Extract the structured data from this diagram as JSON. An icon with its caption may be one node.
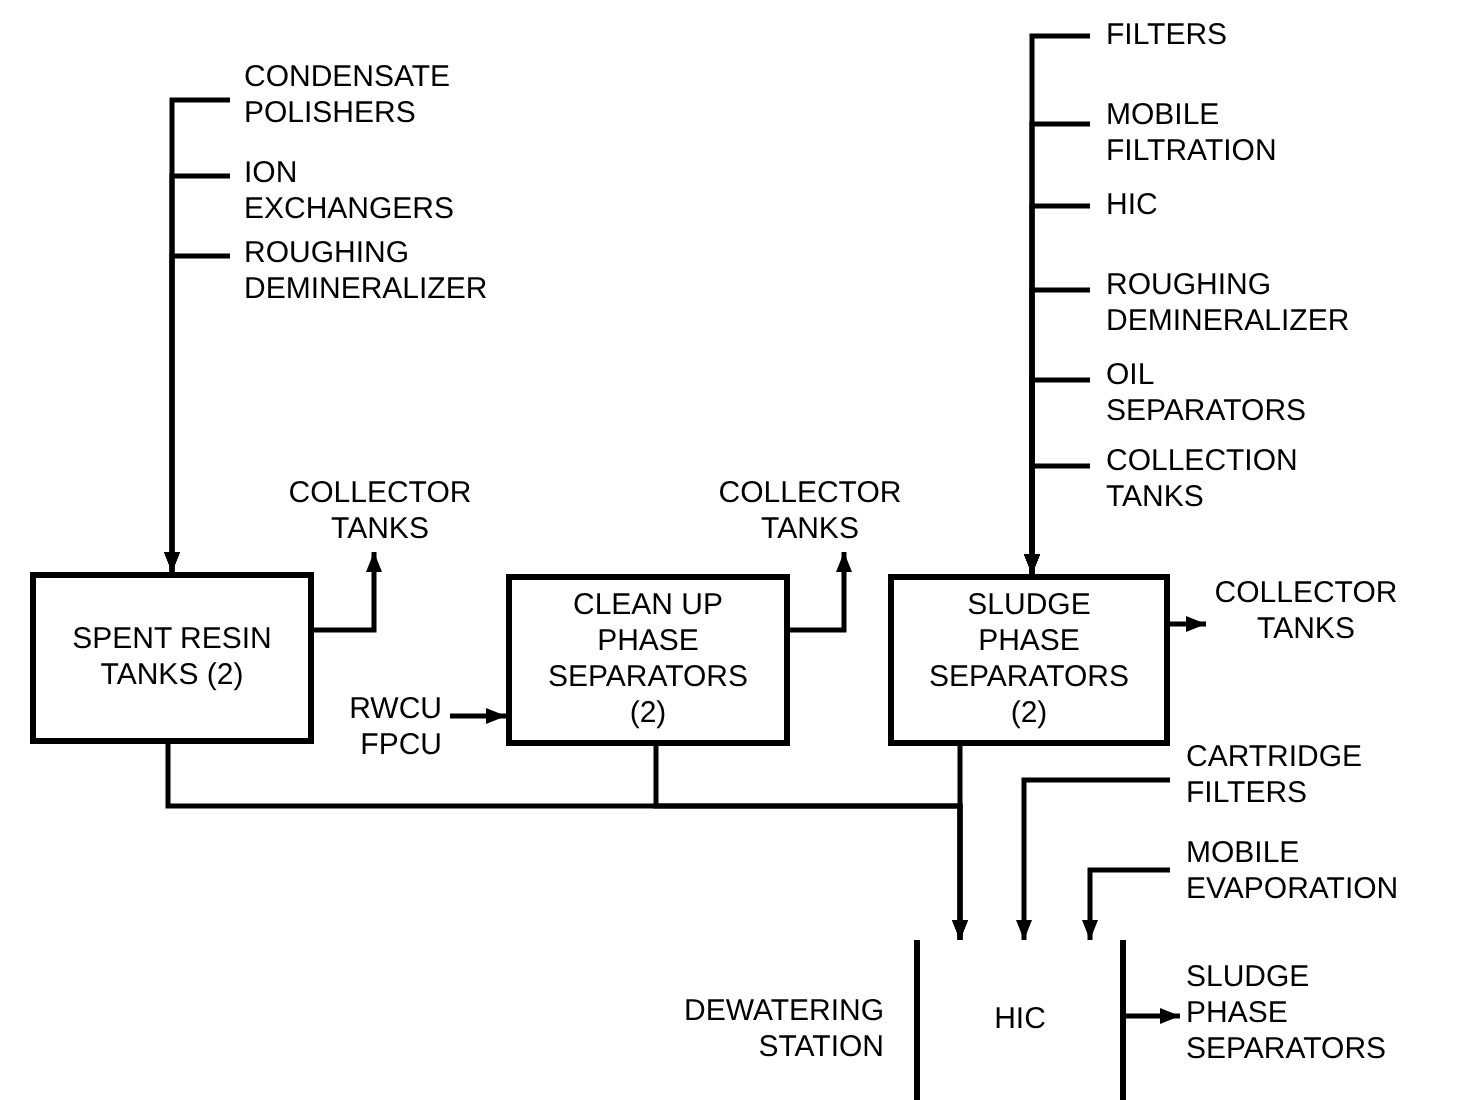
{
  "diagram": {
    "nodes": [
      {
        "text": [
          "CONDENSATE POLISHERS"
        ]
      },
      {
        "text": [
          "ION EXCHANGERS"
        ]
      },
      {
        "text": [
          "ROUGHING DEMINERALIZER"
        ]
      },
      {
        "text": [
          "SPENT RESIN TANKS (2)"
        ]
      },
      {
        "text": [
          "COLLECTOR TANKS"
        ]
      },
      {
        "text": [
          "CLEAN UP PHASE SEPARATORS (2)"
        ]
      },
      {
        "text": [
          "COLLECTOR TANKS"
        ]
      },
      {
        "text": [
          "RWCU FPCU"
        ]
      },
      {
        "text": [
          "FILTERS"
        ]
      },
      {
        "text": [
          "MOBILE FILTRATION"
        ]
      },
      {
        "text": [
          "HIC"
        ]
      },
      {
        "text": [
          "ROUGHING DEMINERALIZER"
        ]
      },
      {
        "text": [
          "OIL SEPARATORS"
        ]
      },
      {
        "text": [
          "COLLECTION TANKS"
        ]
      },
      {
        "text": [
          "SLUDGE PHASE SEPARATORS (2)"
        ]
      },
      {
        "text": [
          "COLLECTOR TANKS"
        ]
      },
      {
        "text": [
          "CARTRIDGE FILTERS"
        ]
      },
      {
        "text": [
          "MOBILE EVAPORATION"
        ]
      },
      {
        "text": [
          "HIC"
        ],
        "beside": [
          "DEWATERING STATION"
        ]
      },
      {
        "text": [
          "SLUDGE PHASE SEPARATORS"
        ]
      }
    ],
    "edges": [
      {
        "from": 0,
        "to": 3,
        "arrow": "to"
      },
      {
        "from": 1,
        "to": 3,
        "arrow": "to"
      },
      {
        "from": 2,
        "to": 3,
        "arrow": "to"
      },
      {
        "from": 3,
        "to": 4,
        "arrow": "to"
      },
      {
        "from": 5,
        "to": 6,
        "arrow": "to"
      },
      {
        "from": 7,
        "to": 5,
        "arrow": "to"
      },
      {
        "from": 8,
        "to": 14,
        "arrow": "to"
      },
      {
        "from": 9,
        "to": 14,
        "arrow": "to"
      },
      {
        "from": 10,
        "to": 14,
        "arrow": "to"
      },
      {
        "from": 11,
        "to": 14,
        "arrow": "to"
      },
      {
        "from": 12,
        "to": 14,
        "arrow": "to"
      },
      {
        "from": 13,
        "to": 14,
        "arrow": "to"
      },
      {
        "from": 14,
        "to": 15,
        "arrow": "to"
      },
      {
        "from": 3,
        "to": 18,
        "arrow": "to"
      },
      {
        "from": 5,
        "to": 18,
        "arrow": "to"
      },
      {
        "from": 14,
        "to": 18,
        "arrow": "to"
      },
      {
        "from": 16,
        "to": 18,
        "arrow": "to"
      },
      {
        "from": 17,
        "to": 18,
        "arrow": "to"
      },
      {
        "from": 18,
        "to": 19,
        "arrow": "to"
      }
    ]
  }
}
